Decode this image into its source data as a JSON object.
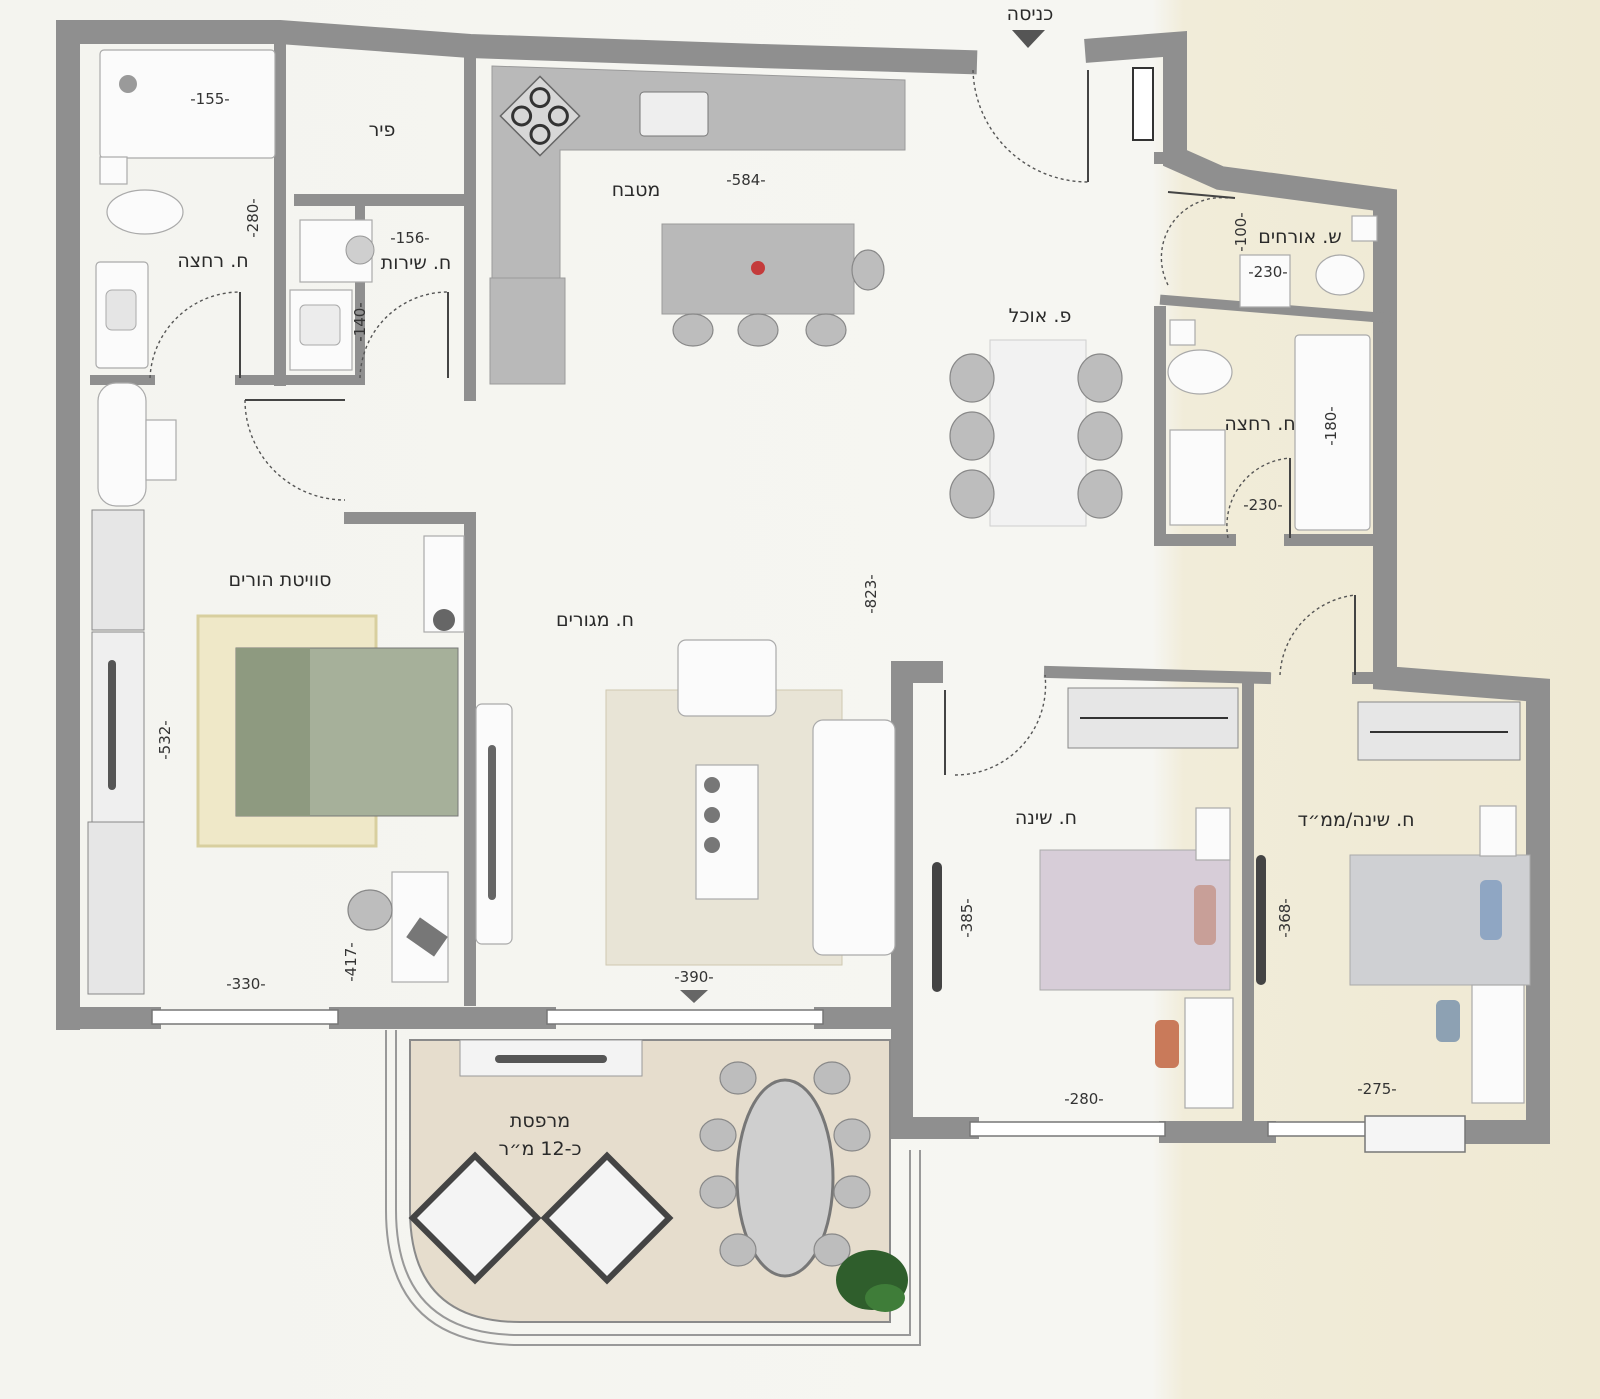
{
  "entrance": "כניסה",
  "rooms": {
    "bath_main": "ח. רחצה",
    "pier": "פיר",
    "kitchen": "מטבח",
    "laundry": "ח. שירות",
    "guest_toilet": "ש. אורחים",
    "dining": "פ. אוכל",
    "bath_second": "ח. רחצה",
    "master_suite": "סוויטת הורים",
    "living": "ח. מגורים",
    "bedroom": "ח. שינה",
    "bedroom_safe": "ח. שינה/ממ״ד",
    "balcony": "מרפסת",
    "balcony_area": "כ-12 מ״ר"
  },
  "dims": {
    "bath_top": "-155-",
    "bath_side": "-280-",
    "laundry_w": "-156-",
    "laundry_h": "-140-",
    "kitchen_w": "-584-",
    "guest_h": "-100-",
    "guest_w": "-230-",
    "bath2_h": "-180-",
    "bath2_w": "-230-",
    "living_h": "-823-",
    "master_h": "-532-",
    "master_w": "-330-",
    "master_h2": "-417-",
    "living_w": "-390-",
    "bedroom_h": "-385-",
    "bedroom_w": "-280-",
    "safe_h": "-368-",
    "safe_w": "-275-"
  }
}
